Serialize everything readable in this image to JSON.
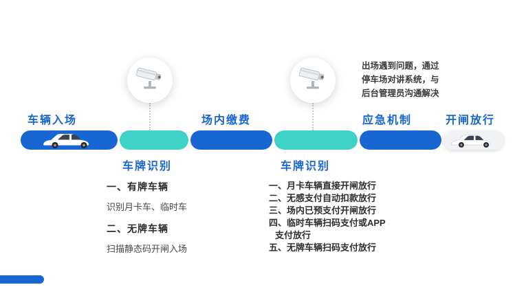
{
  "palette": {
    "blue": "#1766d2",
    "teal": "#3ed1c6",
    "light_segment": "#f1f2f4",
    "text_dark": "#2e2e2e"
  },
  "stages": {
    "entry": "车辆入场",
    "payment": "场内缴费",
    "emergency": "应急机制",
    "release": "开闸放行"
  },
  "plate_labels": {
    "first": "车牌识别",
    "second": "车牌识别"
  },
  "emergency_note": {
    "line1": "出场遇到问题，通过",
    "line2": "停车场对讲系统，与",
    "line3": "后台管理员沟通解决"
  },
  "entry_rules": {
    "item1_title": "一、有牌车辆",
    "item1_desc": "识别月卡车、临时车",
    "item2_title": "二、无牌车辆",
    "item2_desc": "扫描静态码开闸入场"
  },
  "exit_rules": {
    "line1": "一、月卡车辆直接开闸放行",
    "line2": "二、无感支付自动扣款放行",
    "line3": "三、场内已预支付开闸放行",
    "line4": "四、临时车辆扫码支付或APP",
    "line5": "支付放行",
    "line6": "五、无牌车辆扫码支付放行"
  },
  "icons": {
    "camera1": "cctv-camera",
    "camera2": "cctv-camera",
    "car_entry": "sedan-side-view",
    "car_exit": "sedan-side-view"
  }
}
